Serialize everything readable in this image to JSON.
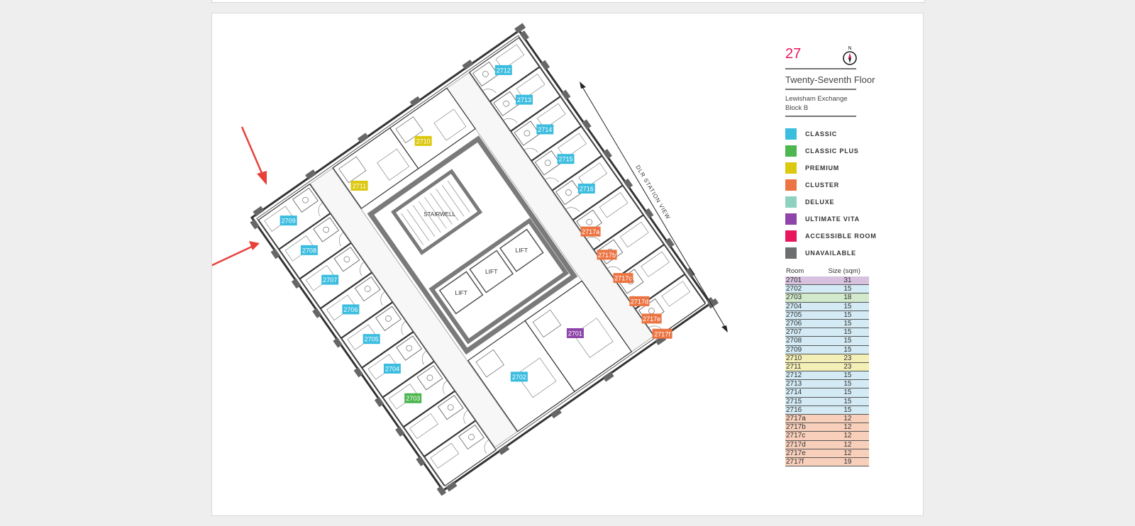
{
  "floor": {
    "number": "27",
    "compass_label": "N",
    "name": "Twenty-Seventh Floor",
    "building_line1": "Lewisham Exchange",
    "building_line2": "Block B"
  },
  "plan": {
    "station_view_label": "DLR STATION VIEW",
    "stairwell_label": "STAIRWELL",
    "lift_label": "LIFT",
    "room_tags": [
      {
        "label": "2712",
        "type": "classic"
      },
      {
        "label": "2713",
        "type": "classic"
      },
      {
        "label": "2714",
        "type": "classic"
      },
      {
        "label": "2715",
        "type": "classic"
      },
      {
        "label": "2716",
        "type": "classic"
      },
      {
        "label": "2711",
        "type": "premium"
      },
      {
        "label": "2710",
        "type": "premium"
      },
      {
        "label": "2709",
        "type": "classic"
      },
      {
        "label": "2708",
        "type": "classic"
      },
      {
        "label": "2707",
        "type": "classic"
      },
      {
        "label": "2706",
        "type": "classic"
      },
      {
        "label": "2705",
        "type": "classic"
      },
      {
        "label": "2704",
        "type": "classic"
      },
      {
        "label": "2703",
        "type": "classic_plus"
      },
      {
        "label": "2702",
        "type": "classic"
      },
      {
        "label": "2701",
        "type": "ultimate"
      },
      {
        "label": "2717a",
        "type": "cluster"
      },
      {
        "label": "2717b",
        "type": "cluster"
      },
      {
        "label": "2717c",
        "type": "cluster"
      },
      {
        "label": "2717d",
        "type": "cluster"
      },
      {
        "label": "2717e",
        "type": "cluster"
      },
      {
        "label": "2717f",
        "type": "cluster"
      }
    ]
  },
  "legend": [
    {
      "key": "classic",
      "label": "CLASSIC",
      "color": "#3bbde0"
    },
    {
      "key": "classic_plus",
      "label": "CLASSIC PLUS",
      "color": "#4cb74e"
    },
    {
      "key": "premium",
      "label": "PREMIUM",
      "color": "#dcc80d"
    },
    {
      "key": "cluster",
      "label": "CLUSTER",
      "color": "#ec7442"
    },
    {
      "key": "deluxe",
      "label": "DELUXE",
      "color": "#8ed1c1"
    },
    {
      "key": "ultimate",
      "label": "ULTIMATE VITA",
      "color": "#8e44a8"
    },
    {
      "key": "accessible",
      "label": "ACCESSIBLE ROOM",
      "color": "#e8175d"
    },
    {
      "key": "unavailable",
      "label": "UNAVAILABLE",
      "color": "#6d6e70"
    }
  ],
  "room_table": {
    "headers": [
      "Room",
      "Size (sqm)"
    ],
    "row_colors": {
      "ultimate": "#d7c1df",
      "classic": "#d4ebf5",
      "classic_plus": "#d3e9cc",
      "premium": "#f4efb6",
      "cluster": "#f8cfbb"
    },
    "rows": [
      {
        "room": "2701",
        "size": "31",
        "type": "ultimate"
      },
      {
        "room": "2702",
        "size": "15",
        "type": "classic"
      },
      {
        "room": "2703",
        "size": "18",
        "type": "classic_plus"
      },
      {
        "room": "2704",
        "size": "15",
        "type": "classic"
      },
      {
        "room": "2705",
        "size": "15",
        "type": "classic"
      },
      {
        "room": "2706",
        "size": "15",
        "type": "classic"
      },
      {
        "room": "2707",
        "size": "15",
        "type": "classic"
      },
      {
        "room": "2708",
        "size": "15",
        "type": "classic"
      },
      {
        "room": "2709",
        "size": "15",
        "type": "classic"
      },
      {
        "room": "2710",
        "size": "23",
        "type": "premium"
      },
      {
        "room": "2711",
        "size": "23",
        "type": "premium"
      },
      {
        "room": "2712",
        "size": "15",
        "type": "classic"
      },
      {
        "room": "2713",
        "size": "15",
        "type": "classic"
      },
      {
        "room": "2714",
        "size": "15",
        "type": "classic"
      },
      {
        "room": "2715",
        "size": "15",
        "type": "classic"
      },
      {
        "room": "2716",
        "size": "15",
        "type": "classic"
      },
      {
        "room": "2717a",
        "size": "12",
        "type": "cluster"
      },
      {
        "room": "2717b",
        "size": "12",
        "type": "cluster"
      },
      {
        "room": "2717c",
        "size": "12",
        "type": "cluster"
      },
      {
        "room": "2717d",
        "size": "12",
        "type": "cluster"
      },
      {
        "room": "2717e",
        "size": "12",
        "type": "cluster"
      },
      {
        "room": "2717f",
        "size": "19",
        "type": "cluster"
      }
    ]
  },
  "annotation_color": "#e8413a"
}
